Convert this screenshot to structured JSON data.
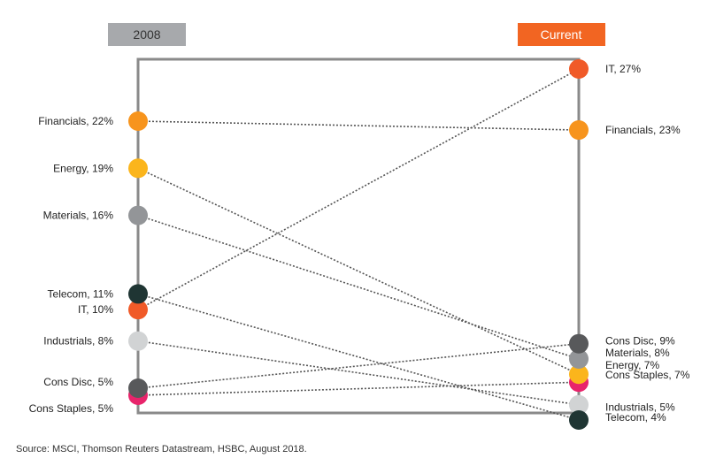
{
  "chart_data": {
    "type": "slope",
    "left_header": "2008",
    "right_header": "Current",
    "series": [
      {
        "name": "IT",
        "left_label": "IT, 10%",
        "right_label": "IT, 27%",
        "left": 10,
        "right": 27,
        "color": "#f05a28"
      },
      {
        "name": "Financials",
        "left_label": "Financials, 22%",
        "right_label": "Financials, 23%",
        "left": 22,
        "right": 23,
        "color": "#f7941d"
      },
      {
        "name": "Energy",
        "left_label": "Energy, 19%",
        "right_label": "Energy, 7%",
        "left": 19,
        "right": 7,
        "color": "#fbb51c"
      },
      {
        "name": "Materials",
        "left_label": "Materials, 16%",
        "right_label": "Materials, 8%",
        "left": 16,
        "right": 8,
        "color": "#939598"
      },
      {
        "name": "Telecom",
        "left_label": "Telecom, 11%",
        "right_label": "Telecom, 4%",
        "left": 11,
        "right": 4,
        "color": "#1f3533"
      },
      {
        "name": "Industrials",
        "left_label": "Industrials, 8%",
        "right_label": "Industrials, 5%",
        "left": 8,
        "right": 5,
        "color": "#d1d3d4"
      },
      {
        "name": "Cons Disc",
        "left_label": "Cons Disc, 5%",
        "right_label": "Cons Disc, 9%",
        "left": 5,
        "right": 9,
        "color": "#58595b"
      },
      {
        "name": "Cons Staples",
        "left_label": "Cons Staples, 5%",
        "right_label": "Cons Staples, 7%",
        "left": 5,
        "right": 7,
        "color": "#e8246b"
      }
    ],
    "right_combined_label": "Materials, 8%\nEnergy, 7%",
    "header_colors": {
      "left": "#a7a9ac",
      "right": "#f26522"
    }
  },
  "source": "Source: MSCI, Thomson Reuters Datastream, HSBC, August 2018."
}
